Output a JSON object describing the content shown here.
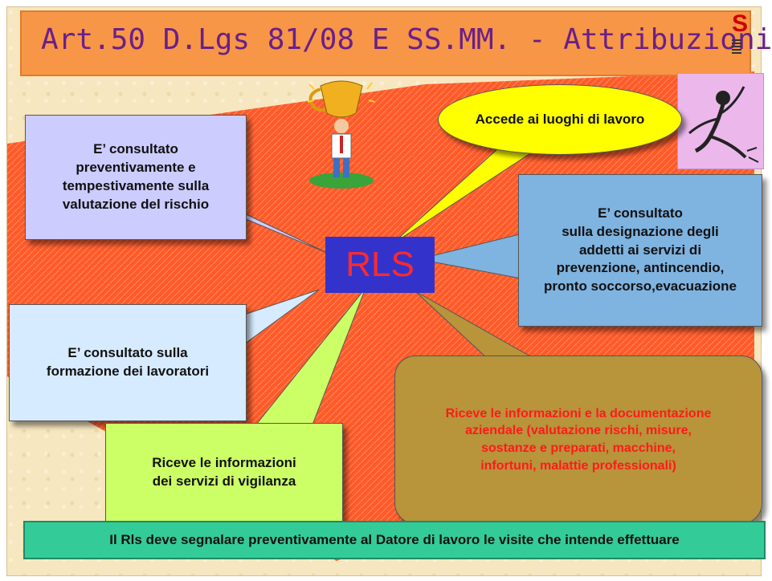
{
  "title": "Art.50 D.Lgs 81/08 E SS.MM. - Attribuzioni",
  "logo_letter": "S",
  "center_label": "RLS",
  "boxes": {
    "purple": "E’ consultato\npreventivamente e\ntempestivamente sulla\nvalutazione del rischio",
    "yellow": "Accede ai luoghi di lavoro",
    "blue": "E’ consultato\nsulla designazione degli\naddetti ai servizi di\nprevenzione, antincendio,\npronto soccorso,evacuazione",
    "lightblue": "E’ consultato sulla\nformazione dei lavoratori",
    "green": "Riceve le informazioni\ndei servizi di vigilanza",
    "brown": "Riceve le informazioni e la documentazione\naziendale (valutazione rischi, misure,\nsostanze e preparati, macchine,\ninfortuni, malattie professionali)"
  },
  "footer": "Il Rls deve segnalare preventivamente al Datore di lavoro le visite che intende effettuare",
  "colors": {
    "title_bg": "#f79646",
    "title_text": "#6a1f8a",
    "fan": "#ff5a2a",
    "rls_bg": "#3333cc",
    "rls_text": "#ff2a2a",
    "footer_bg": "#33cc99"
  },
  "icons": [
    "trophy-man-clipart",
    "dancing-figure-clipart"
  ]
}
